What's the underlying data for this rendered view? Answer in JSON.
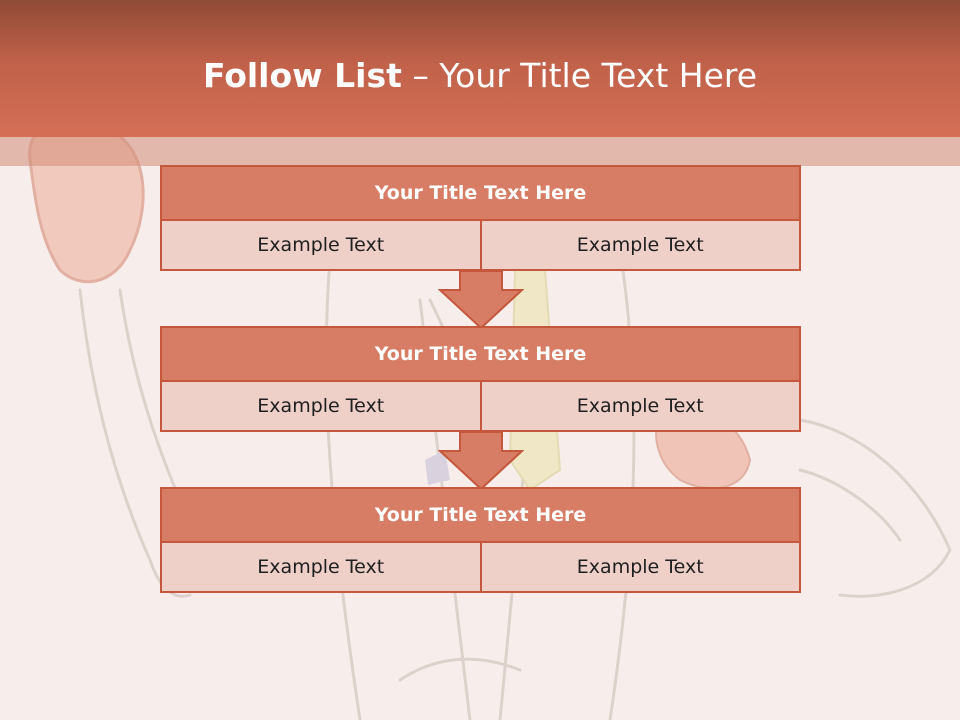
{
  "slide": {
    "title_bold": "Follow List",
    "title_rest": "  – Your Title Text Here"
  },
  "blocks": [
    {
      "title": "Your Title Text Here",
      "left": "Example Text",
      "right": "Example Text"
    },
    {
      "title": "Your Title Text Here",
      "left": "Example Text",
      "right": "Example Text"
    },
    {
      "title": "Your Title Text Here",
      "left": "Example Text",
      "right": "Example Text"
    }
  ],
  "colors": {
    "header": "#c0614a",
    "block_title": "#d77d65",
    "block_cell": "#eed0c8",
    "border": "#c4573c",
    "background": "#f7eeeb"
  }
}
